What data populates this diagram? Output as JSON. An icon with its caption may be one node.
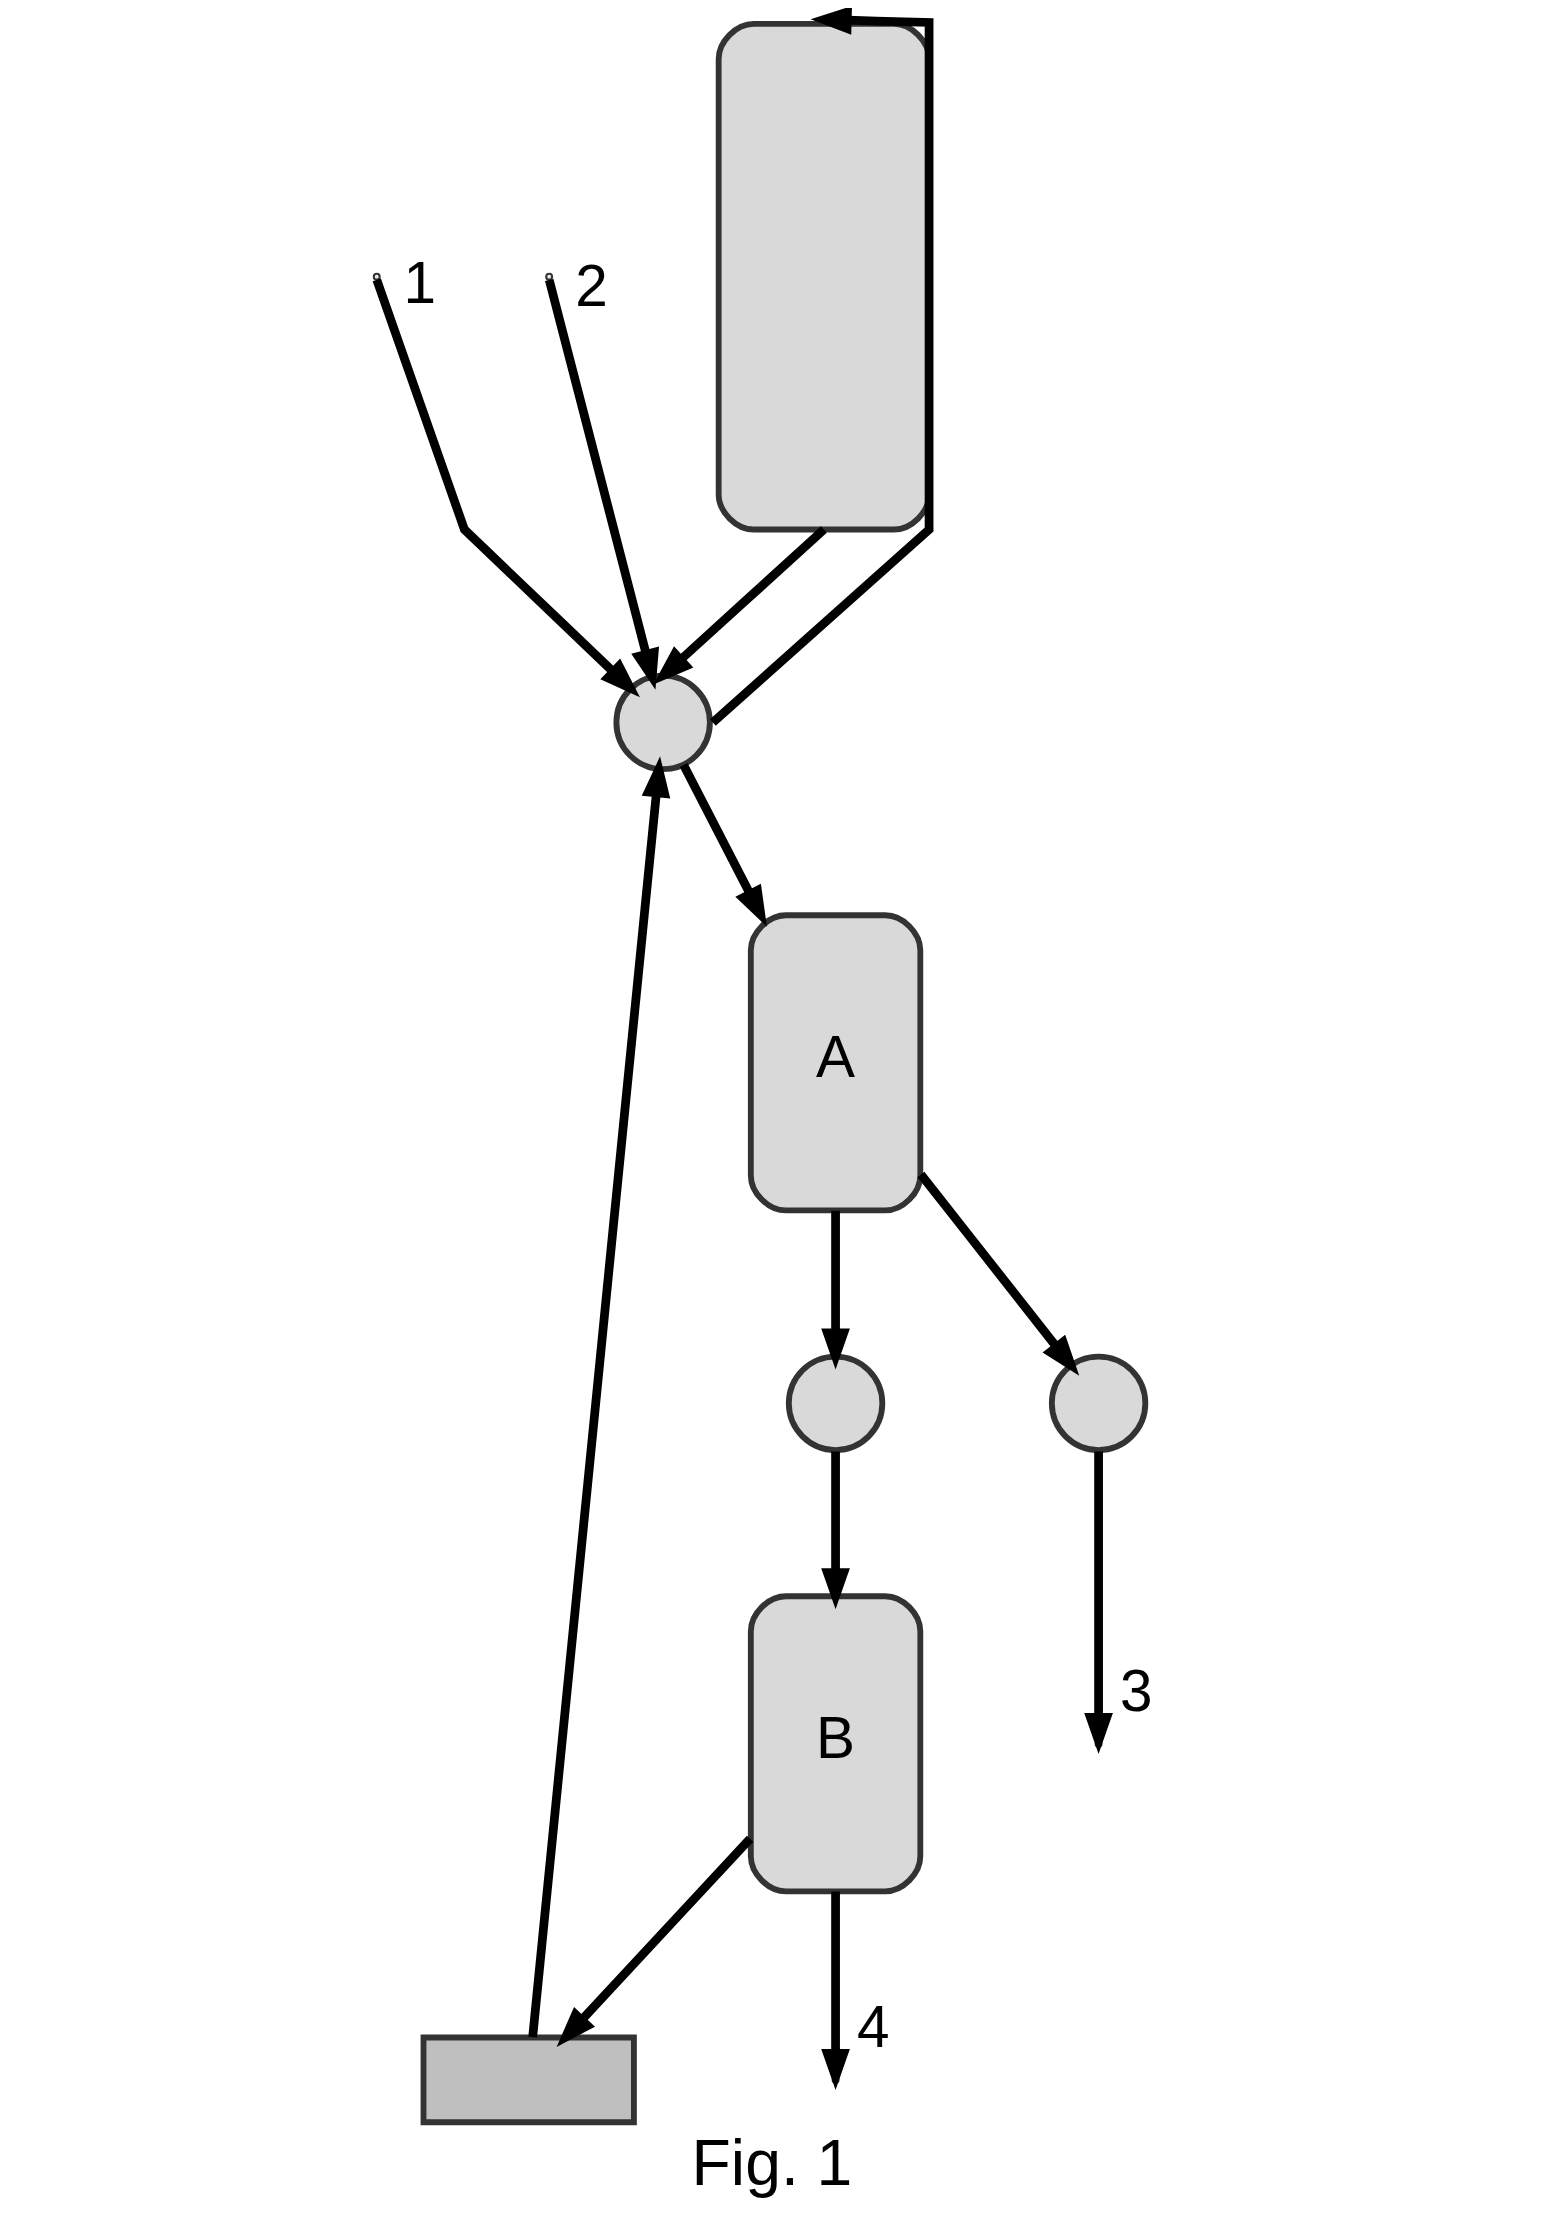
{
  "diagram": {
    "caption": "Fig. 1",
    "nodes": [
      {
        "text": [],
        "shape": "cylinder"
      },
      {
        "text": [],
        "shape": "box"
      },
      {
        "text": [],
        "shape": "circle"
      },
      {
        "text": [
          "B"
        ]
      },
      {
        "text": [
          "A"
        ]
      },
      {
        "text": [],
        "shape": "circle"
      },
      {
        "text": [],
        "shape": "circle"
      }
    ],
    "edges": [
      {
        "from": null,
        "to": 2,
        "arrow": "to",
        "label": "1"
      },
      {
        "from": null,
        "to": 2,
        "arrow": "to",
        "label": "2"
      },
      {
        "from": 1,
        "to": 2,
        "arrow": "to"
      },
      {
        "from": 2,
        "to": 0,
        "arrow": "to"
      },
      {
        "from": 0,
        "to": 2,
        "arrow": "to"
      },
      {
        "from": 2,
        "to": 4,
        "arrow": "to"
      },
      {
        "from": 4,
        "to": 5,
        "arrow": "to"
      },
      {
        "from": 5,
        "to": 3,
        "arrow": "to"
      },
      {
        "from": 3,
        "to": 1,
        "arrow": "to"
      },
      {
        "from": 4,
        "to": 6,
        "arrow": "to"
      },
      {
        "from": 6,
        "to": null,
        "arrow": "to",
        "label": "3"
      },
      {
        "from": 3,
        "to": null,
        "arrow": "to",
        "label": "4"
      }
    ]
  }
}
